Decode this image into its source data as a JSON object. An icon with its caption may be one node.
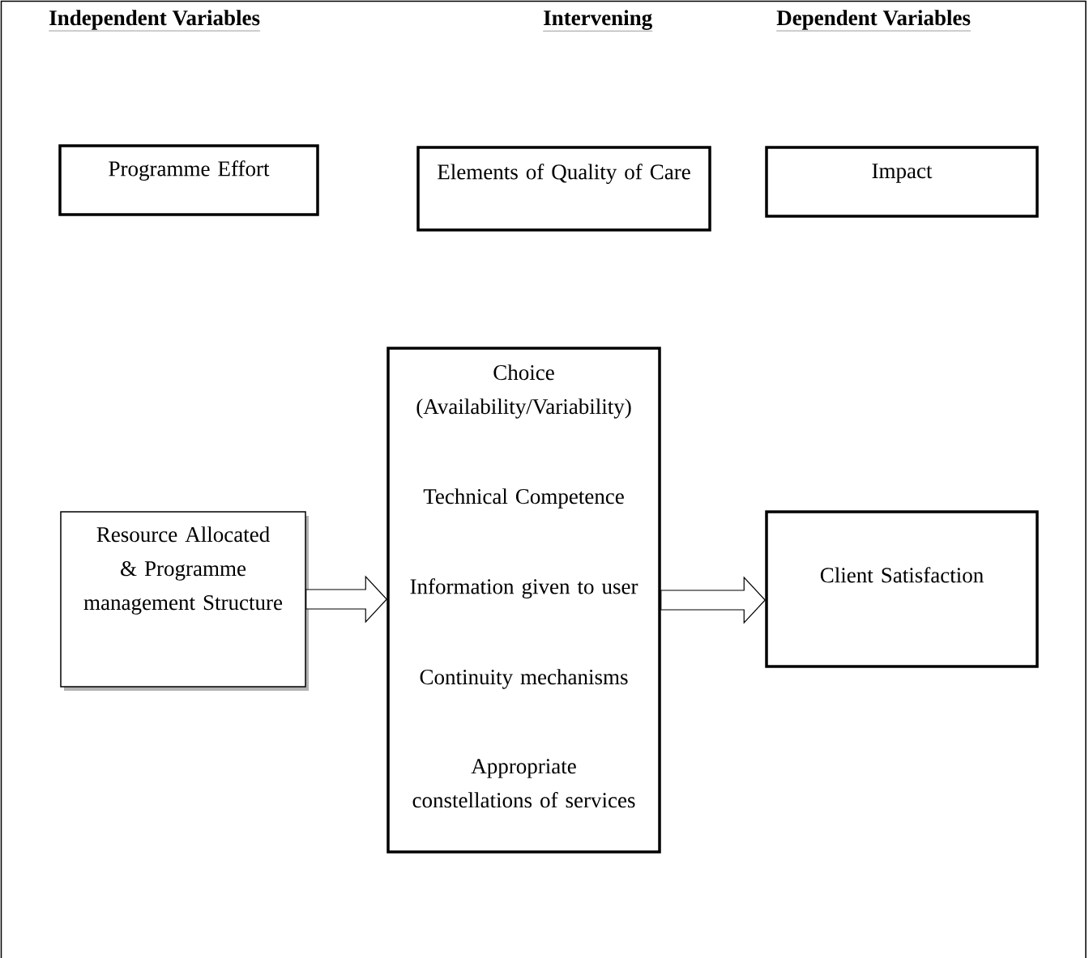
{
  "diagram": {
    "nodes": [
      {
        "text": [
          "Programme Effort"
        ]
      },
      {
        "text": [
          "Elements of Quality of Care"
        ]
      },
      {
        "text": [
          "Impact"
        ]
      },
      {
        "text": [
          "Resource Allocated & Programme management Structure"
        ]
      },
      {
        "text": [
          "Choice (Availability/Variability)",
          "Technical Competence",
          "Information given to user",
          "Continuity mechanisms",
          "Appropriate constellations of services"
        ]
      },
      {
        "text": [
          "Client Satisfaction"
        ]
      }
    ],
    "edges": [
      {
        "from": 3,
        "to": 4,
        "arrow": "to"
      },
      {
        "from": 4,
        "to": 5,
        "arrow": "to"
      }
    ],
    "labels": [
      "Independent Variables",
      "Intervening",
      "Dependent Variables"
    ]
  }
}
